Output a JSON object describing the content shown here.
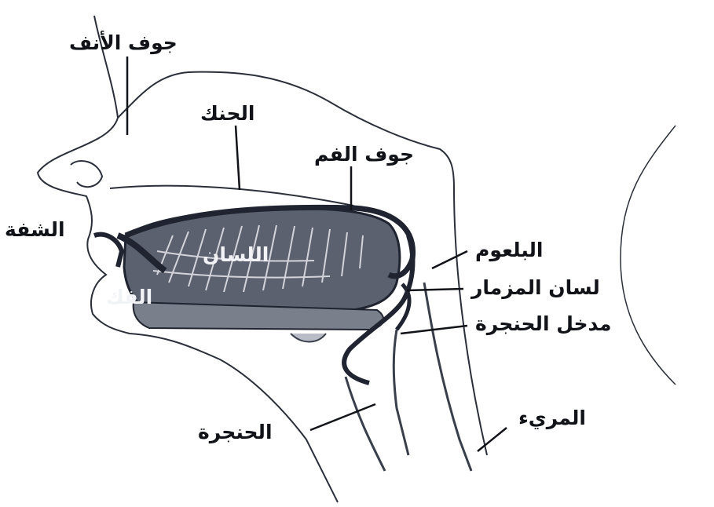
{
  "labels": {
    "nasal_cavity": "جوف الأنف",
    "palate": "الحنك",
    "oral_cavity": "جوف الفم",
    "lip": "الشفة",
    "tongue": "اللسان",
    "jaw": "الفك",
    "pharynx": "البلعوم",
    "epiglottis": "لسان المزمار",
    "laryngeal_inlet": "مدخل الحنجرة",
    "esophagus": "المريء",
    "larynx": "الحنجرة"
  },
  "colors": {
    "ink": "#1f2430",
    "tissue": "#5c6170",
    "tissue_dark": "#3a3f4c",
    "background": "#ffffff"
  }
}
